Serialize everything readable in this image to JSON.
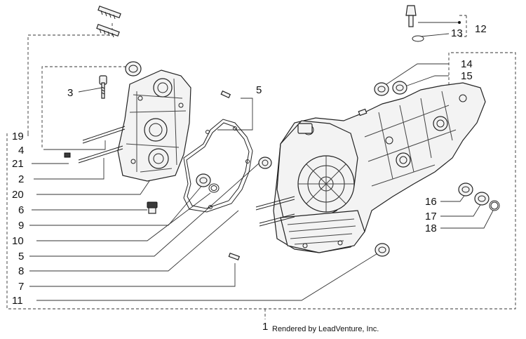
{
  "callouts": {
    "c1": "1",
    "c2": "2",
    "c3": "3",
    "c4": "4",
    "c5a": "5",
    "c5b": "5",
    "c6": "6",
    "c7": "7",
    "c8": "8",
    "c9": "9",
    "c10": "10",
    "c11": "11",
    "c12": "12",
    "c13": "13",
    "c14": "14",
    "c15": "15",
    "c16": "16",
    "c17": "17",
    "c18": "18",
    "c19": "19",
    "c20": "20",
    "c21": "21"
  },
  "credit": "Rendered by LeadVenture, Inc."
}
